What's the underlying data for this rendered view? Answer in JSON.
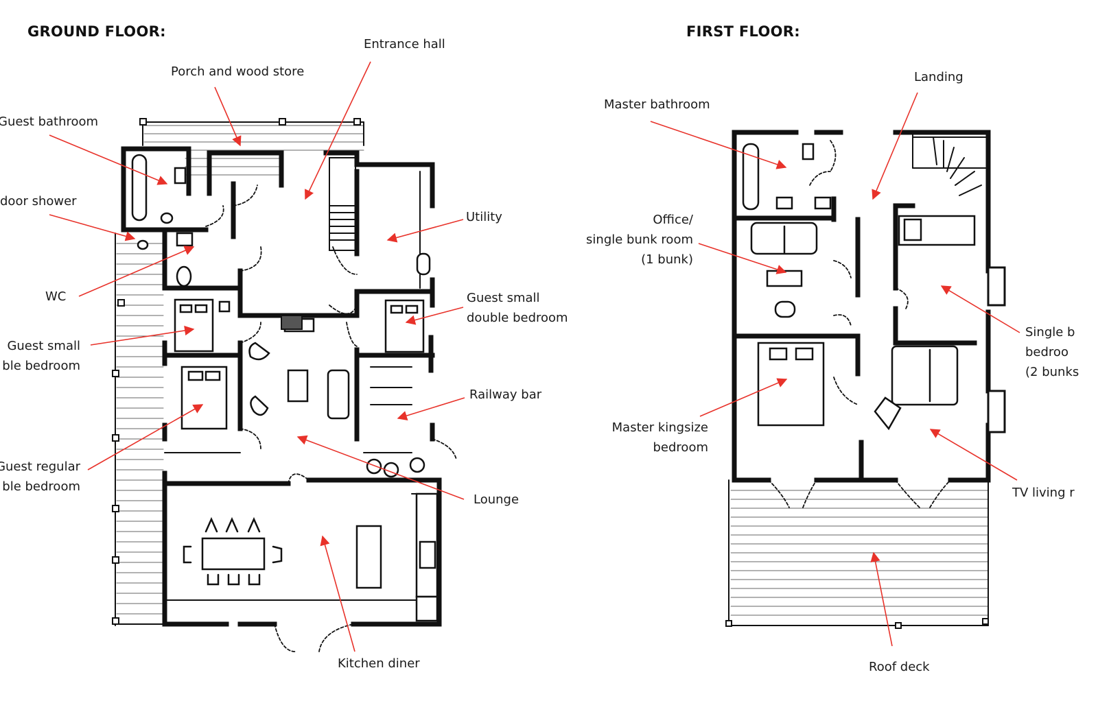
{
  "headings": {
    "ground": "GROUND FLOOR:",
    "first": "FIRST FLOOR:"
  },
  "ground_labels": {
    "entrance_hall": "Entrance hall",
    "porch": "Porch and wood store",
    "guest_bathroom": "Guest bathroom",
    "outdoor_shower": "door shower",
    "utility": "Utility",
    "wc": "WC",
    "guest_small_double_right_1": "Guest small",
    "guest_small_double_right_2": "double bedroom",
    "guest_small_double_left_1": "Guest small",
    "guest_small_double_left_2": "ble bedroom",
    "railway_bar": "Railway bar",
    "guest_regular_1": "Guest regular",
    "guest_regular_2": "ble bedroom",
    "lounge": "Lounge",
    "kitchen_diner": "Kitchen diner"
  },
  "first_labels": {
    "landing": "Landing",
    "master_bathroom": "Master bathroom",
    "office_1": "Office/",
    "office_2": "single bunk room",
    "office_3": "(1 bunk)",
    "single_bunk_1": "Single b",
    "single_bunk_2": "bedroo",
    "single_bunk_3": "(2 bunks",
    "master_kingsize_1": "Master kingsize",
    "master_kingsize_2": "bedroom",
    "tv_living": "TV living r",
    "roof_deck": "Roof deck"
  },
  "colors": {
    "arrow": "#e8322a",
    "ink": "#111111",
    "hatch": "#555555"
  }
}
